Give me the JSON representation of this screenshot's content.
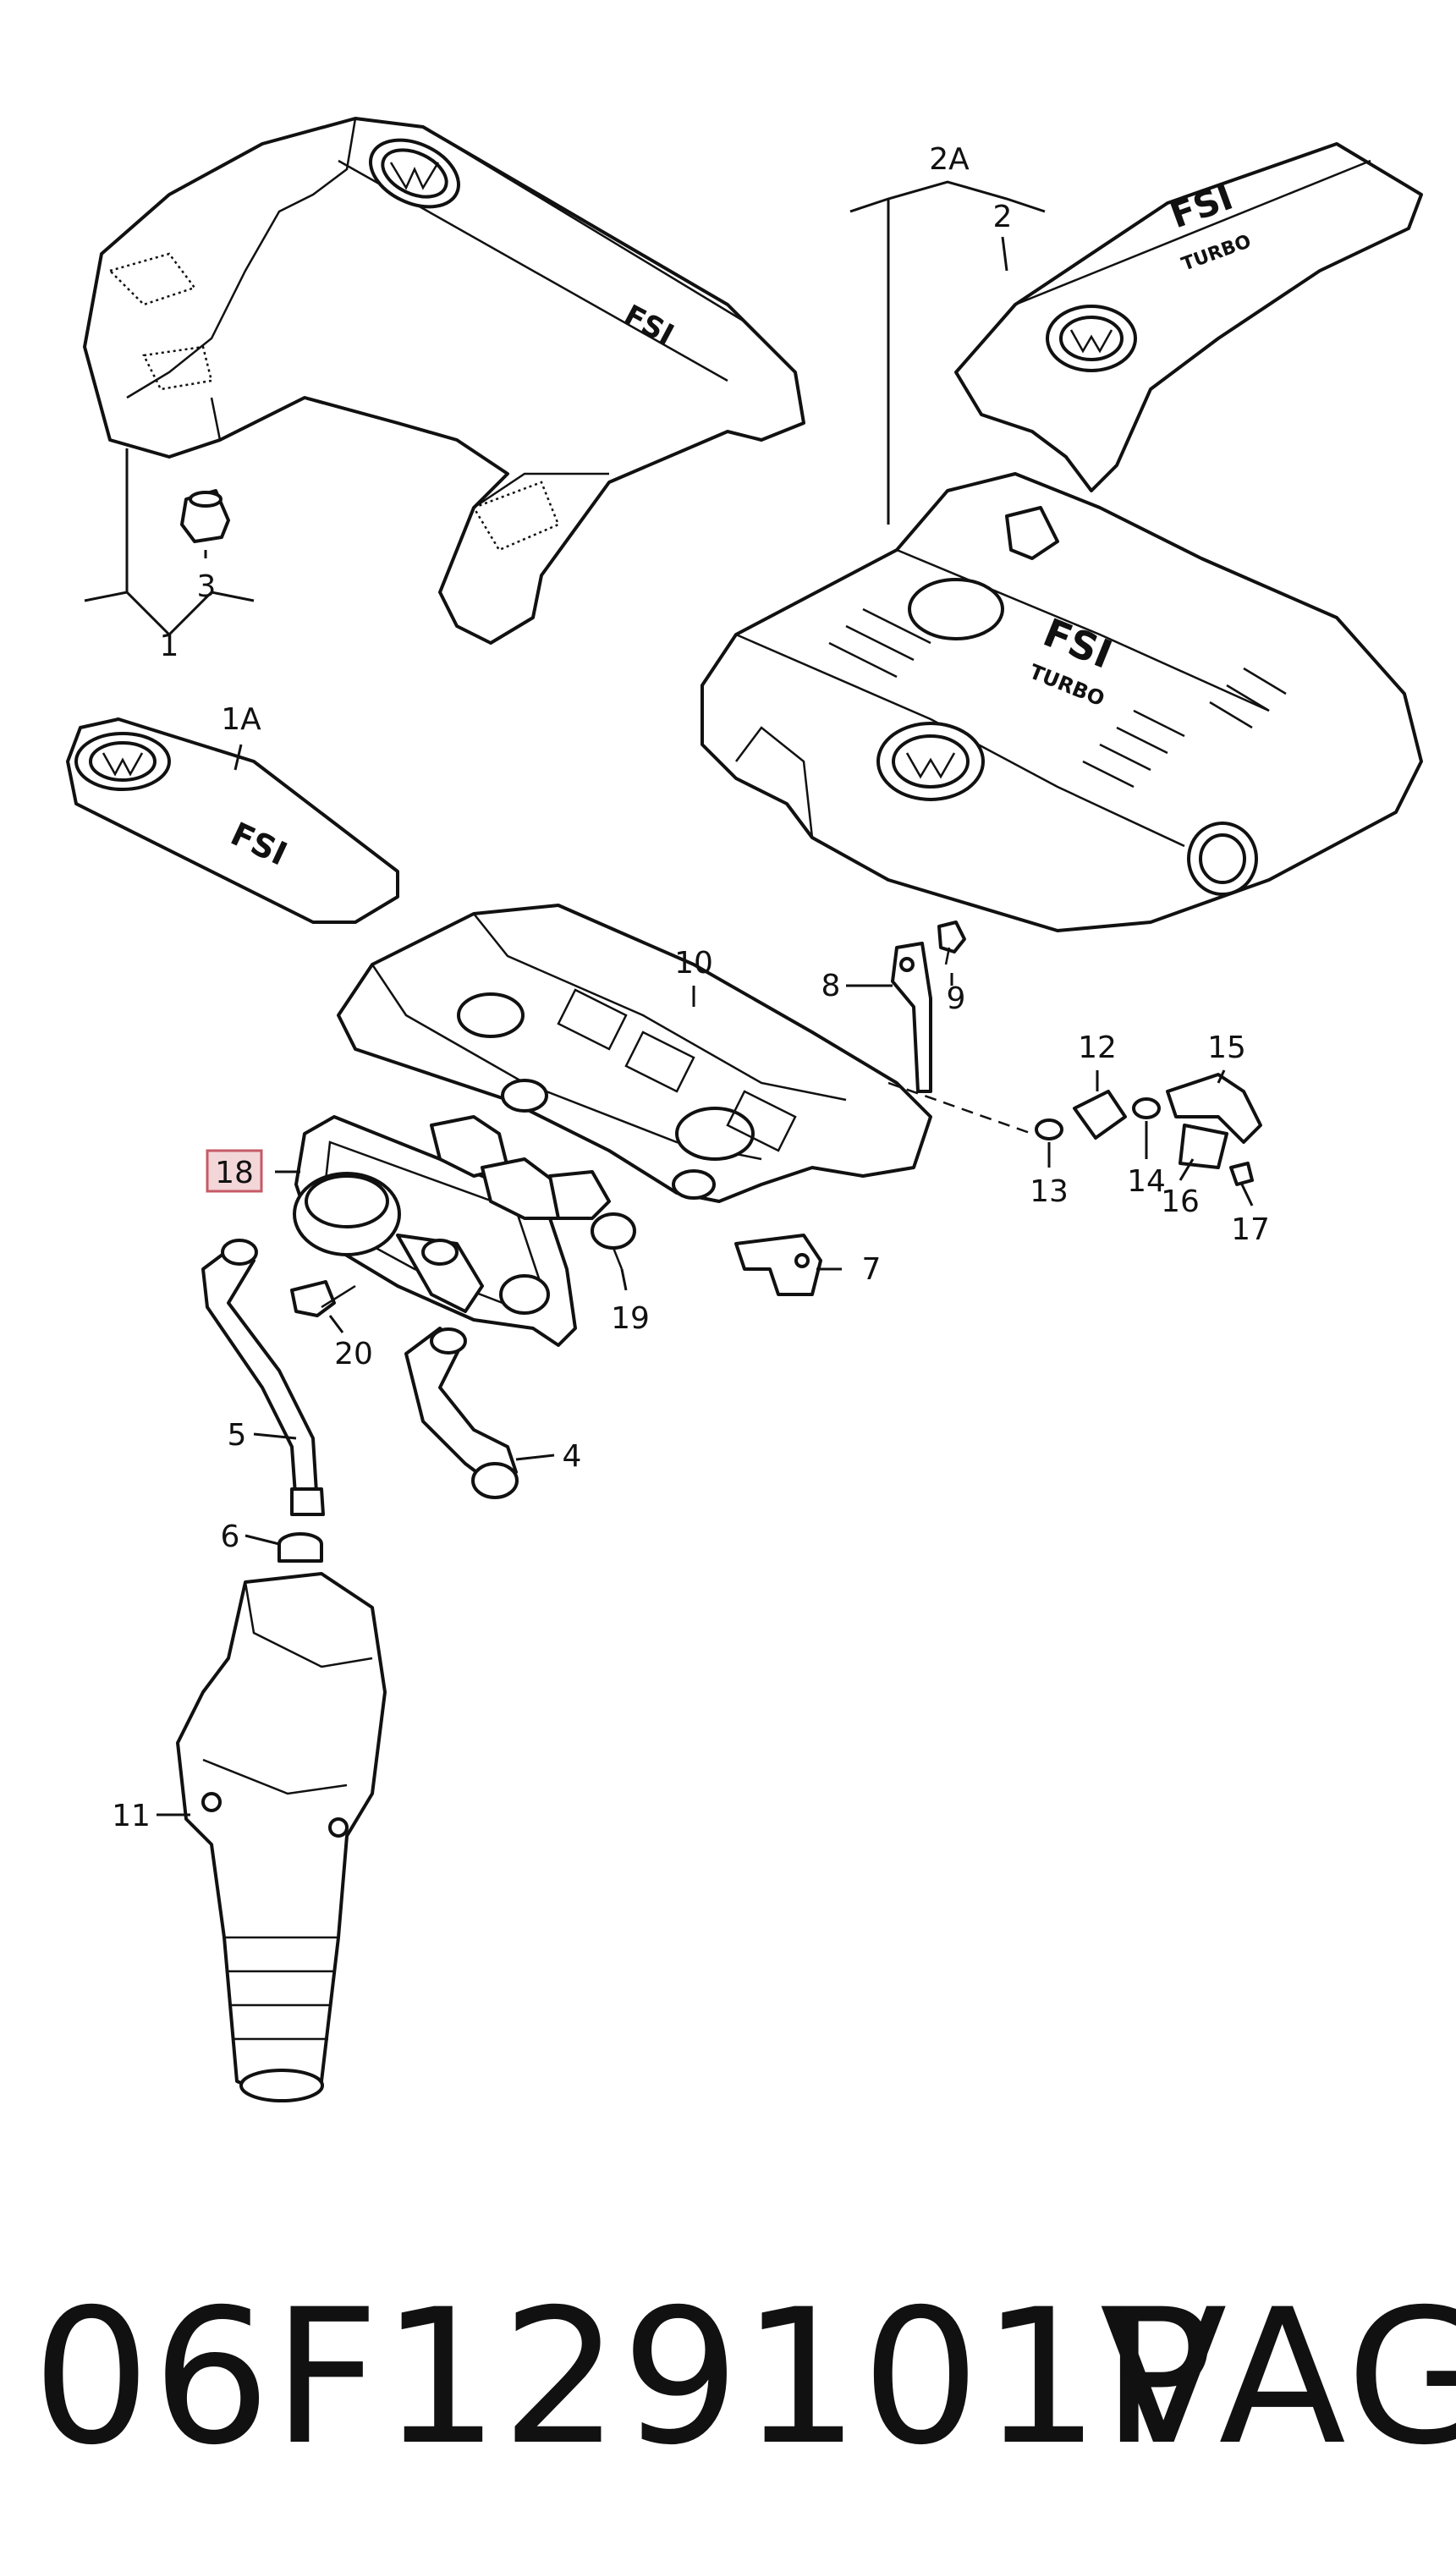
{
  "diagram": {
    "callouts": {
      "c1": "1",
      "c1a": "1A",
      "c2": "2",
      "c2a": "2A",
      "c3": "3",
      "c4": "4",
      "c5": "5",
      "c6": "6",
      "c7": "7",
      "c8": "8",
      "c9": "9",
      "c10": "10",
      "c11": "11",
      "c12": "12",
      "c13": "13",
      "c14": "14",
      "c15": "15",
      "c16": "16",
      "c17": "17",
      "c18": "18",
      "c19": "19",
      "c20": "20"
    },
    "highlighted_callout": "18",
    "highlight_color": "#f3d6d8",
    "logo_text": {
      "fsi": "FSI",
      "turbo": "TURBO"
    }
  },
  "footer": {
    "part_number": "06F129101P",
    "brand": "VAG"
  }
}
